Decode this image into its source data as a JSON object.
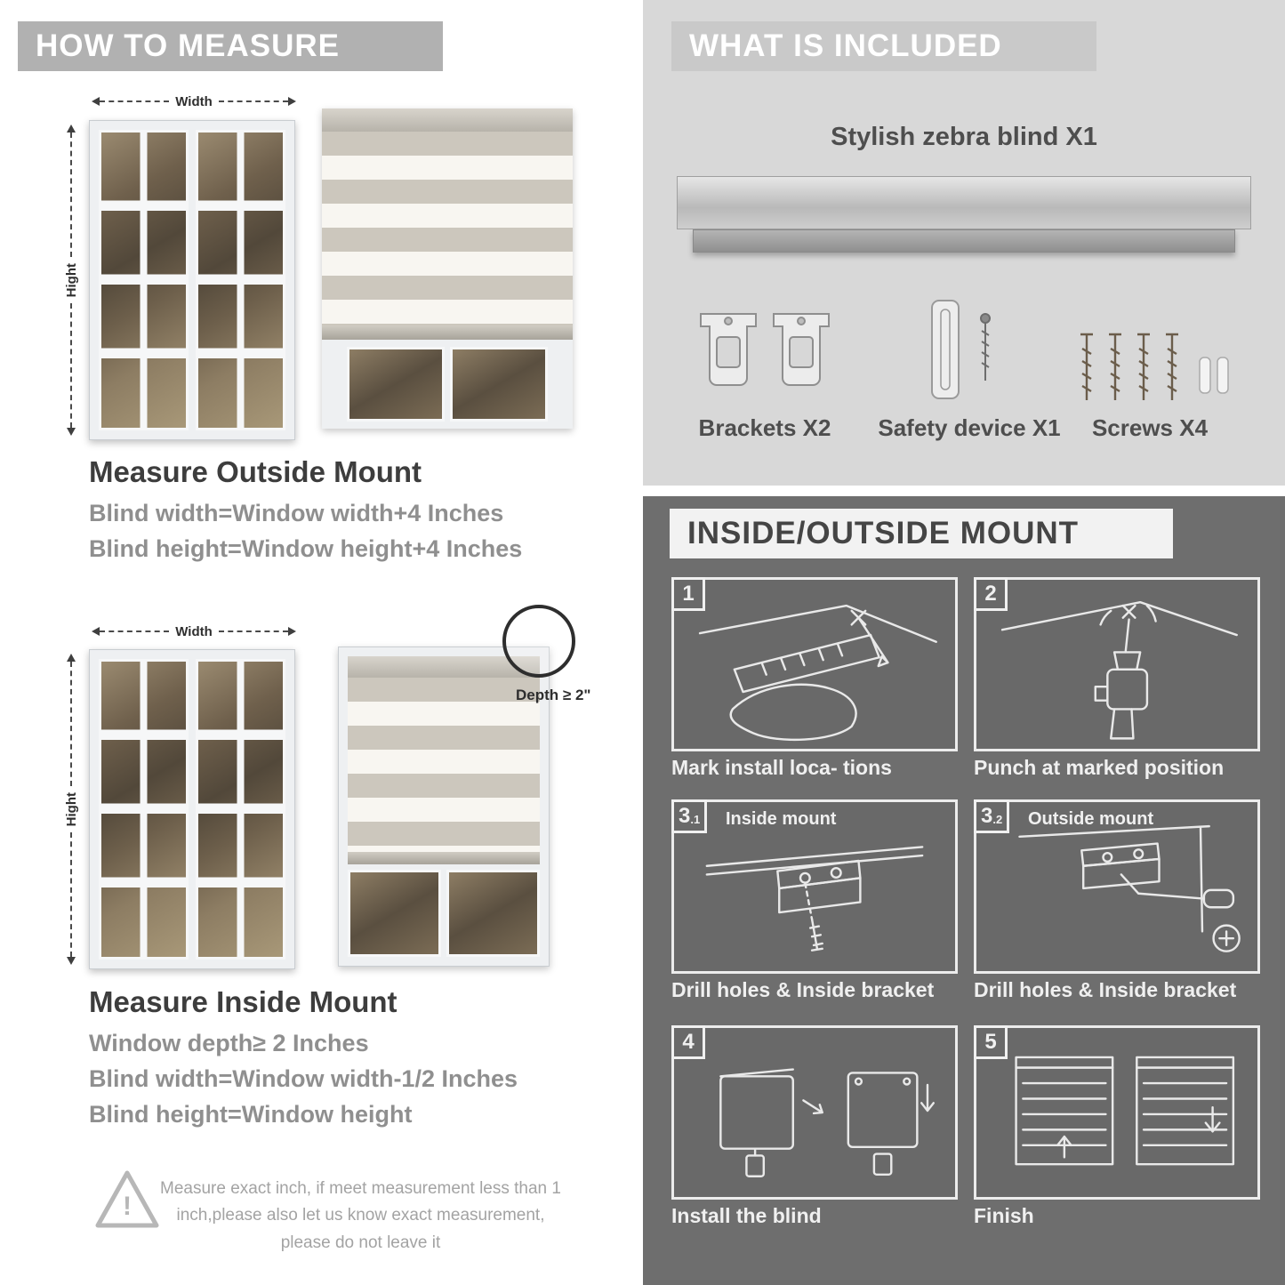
{
  "left": {
    "header": "HOW TO MEASURE",
    "outside": {
      "width_label": "Width",
      "height_label": "Hight",
      "title": "Measure Outside Mount",
      "lines": [
        "Blind width=Window width+4 Inches",
        "Blind height=Window height+4 Inches"
      ]
    },
    "inside": {
      "width_label": "Width",
      "height_label": "Hight",
      "depth_label": "Depth ≥ 2\"",
      "title": "Measure Inside Mount",
      "lines": [
        "Window depth≥ 2 Inches",
        "Blind width=Window width-1/2 Inches",
        "Blind height=Window height"
      ]
    },
    "warning": {
      "mark": "!",
      "text": "Measure exact inch, if meet measurement less than 1 inch,please also let us know exact measurement, please do not leave it"
    }
  },
  "included": {
    "header": "WHAT IS INCLUDED",
    "product_label": "Stylish zebra blind X1",
    "items": [
      {
        "label": "Brackets X2",
        "icon": "brackets-icon"
      },
      {
        "label": "Safety device X1",
        "icon": "safety-device-icon"
      },
      {
        "label": "Screws X4",
        "icon": "screws-icon"
      }
    ]
  },
  "mount": {
    "header": "INSIDE/OUTSIDE MOUNT",
    "steps": [
      {
        "num": "1",
        "sub": "",
        "inner_label": "",
        "caption": "Mark install loca- tions"
      },
      {
        "num": "2",
        "sub": "",
        "inner_label": "",
        "caption": "Punch at  marked position"
      },
      {
        "num": "3",
        "sub": ".1",
        "inner_label": "Inside mount",
        "caption": "Drill holes &  Inside bracket"
      },
      {
        "num": "3",
        "sub": ".2",
        "inner_label": "Outside mount",
        "caption": "Drill holes &  Inside bracket"
      },
      {
        "num": "4",
        "sub": "",
        "inner_label": "",
        "caption": "Install the blind"
      },
      {
        "num": "5",
        "sub": "",
        "inner_label": "",
        "caption": "Finish"
      }
    ]
  },
  "colors": {
    "banner_gray": "#b1b1b1",
    "light_section": "#d8d8d8",
    "dark_section": "#6e6e6e",
    "text_dark": "#3d3d3d",
    "text_gray": "#8f8f8f"
  }
}
